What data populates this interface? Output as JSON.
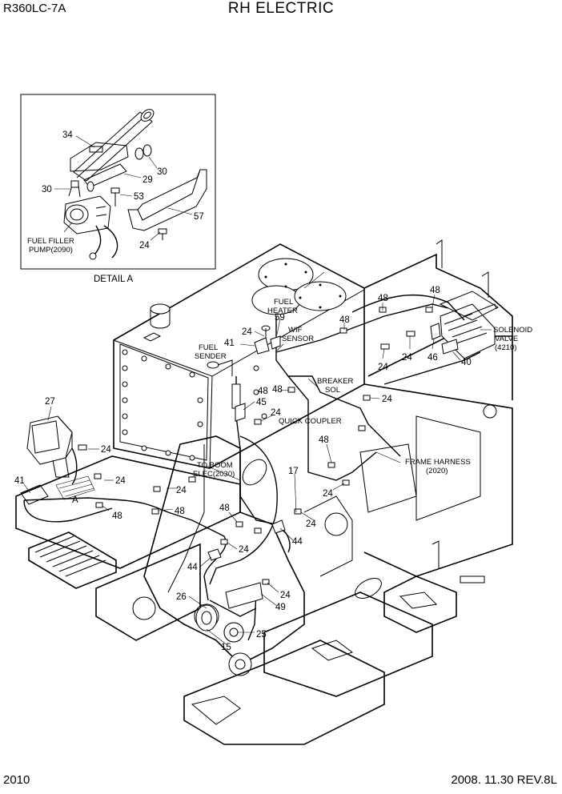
{
  "header": {
    "model": "R360LC-7A",
    "title": "RH ELECTRIC"
  },
  "footer": {
    "page_number": "2010",
    "date_revision": "2008. 11.30  REV.8L"
  },
  "detail": {
    "caption": "DETAIL  A",
    "callouts": [
      "34",
      "30",
      "29",
      "30",
      "53",
      "57",
      "24"
    ],
    "pump_label_line1": "FUEL FILLER",
    "pump_label_line2": "PUMP(2090)"
  },
  "labels": {
    "fuel_heater_1": "FUEL",
    "fuel_heater_2": "HEATER",
    "wif_sensor_1": "WIF",
    "wif_sensor_2": "SENSOR",
    "fuel_sender_1": "FUEL",
    "fuel_sender_2": "SENDER",
    "breaker_sol_1": "BREAKER",
    "breaker_sol_2": "SOL",
    "solenoid_valve_1": "SOLENOID",
    "solenoid_valve_2": "VALVE",
    "solenoid_valve_3": "(4210)",
    "quick_coupler": "QUICK COUPLER",
    "frame_harness_1": "FRAME HARNESS",
    "frame_harness_2": "(2020)",
    "to_boom_1": "TO BOOM",
    "to_boom_2": "ELEC(2030)",
    "detail_ref": "A"
  },
  "callouts": {
    "c27": "27",
    "c41a": "41",
    "c24a": "24",
    "c24b": "24",
    "c48a": "48",
    "c24c": "24",
    "c48b": "48",
    "c41b": "41",
    "c24d": "24",
    "c59": "59",
    "c48c": "48",
    "c48d": "48",
    "c48e": "48",
    "c24e": "24",
    "c24f": "24",
    "c46": "46",
    "c40": "40",
    "c45": "45",
    "c48f": "48",
    "c24g": "24",
    "c24h": "24",
    "c48g": "48",
    "c17": "17",
    "c24i": "24",
    "c48h": "48",
    "c24j": "24",
    "c24k": "24",
    "c44a": "44",
    "c44b": "44",
    "c24l": "24",
    "c26": "26",
    "c49": "49",
    "c15": "15",
    "c25": "25",
    "c24m": "24",
    "c48i": "48"
  }
}
